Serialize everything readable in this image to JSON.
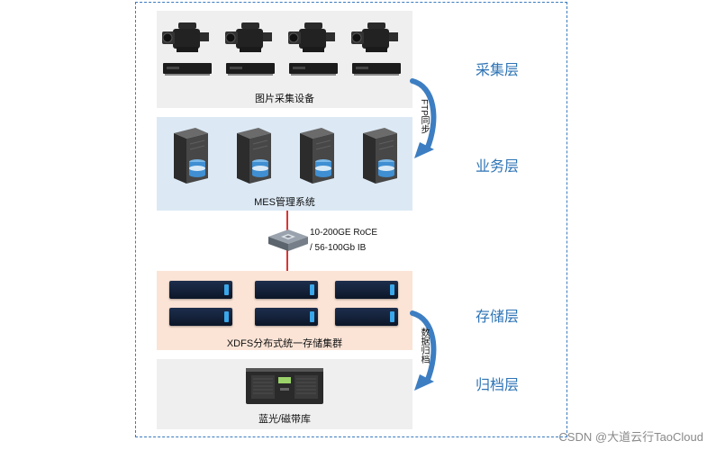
{
  "layers": [
    {
      "label": "采集层"
    },
    {
      "label": "业务层"
    },
    {
      "label": "存储层"
    },
    {
      "label": "归档层"
    }
  ],
  "bands": {
    "capture": {
      "label": "图片采集设备"
    },
    "business": {
      "label": "MES管理系统"
    },
    "storage": {
      "label": "XDFS分布式统一存储集群"
    },
    "archive": {
      "label": "蓝光/磁带库"
    }
  },
  "network": {
    "line1": "10-200GE RoCE",
    "line2": "/ 56-100Gb IB"
  },
  "flows": {
    "ftp": "FTP同步",
    "archive": "数据归档"
  },
  "watermark": "CSDN @大道云行TaoCloud",
  "colors": {
    "frame": "#3a7bbf",
    "layer_text": "#2e74b5",
    "capture_band": "#efefef",
    "business_band": "#dce9f5",
    "storage_band": "#fbe4d6",
    "archive_band": "#efefef",
    "link": "#dd3333"
  },
  "icons": {
    "camera": "video-camera-icon",
    "recorder": "recorder-box-icon",
    "server": "server-database-icon",
    "switch": "network-switch-icon",
    "storage_node": "storage-blade-icon",
    "library": "tape-library-icon"
  }
}
